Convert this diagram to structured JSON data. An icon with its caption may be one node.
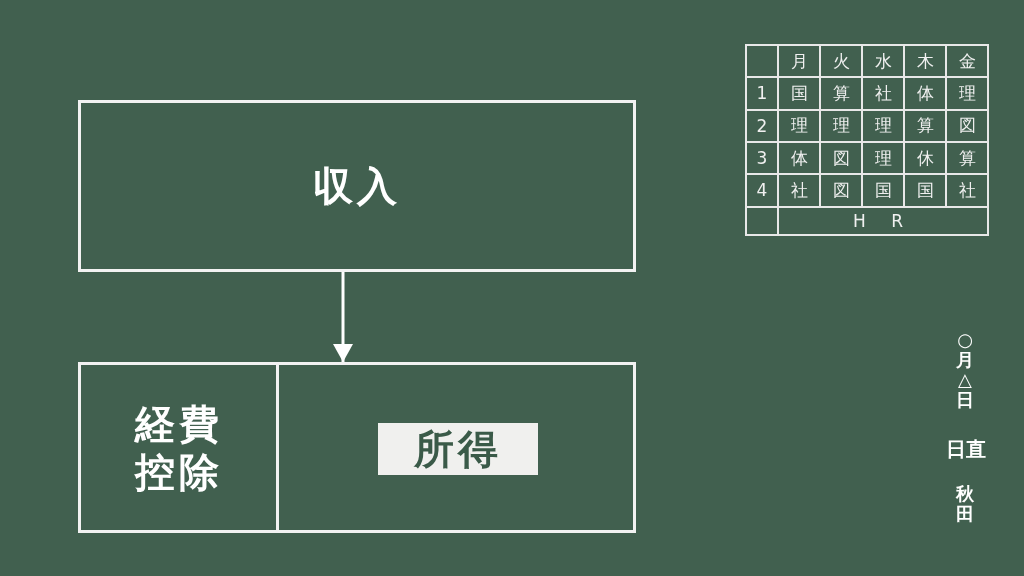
{
  "diagram": {
    "nodes": [
      {
        "text": [
          "収入"
        ]
      },
      {
        "text": [],
        "shape": "box"
      },
      {
        "text": [
          "経費控除"
        ],
        "in": 1
      },
      {
        "text": [
          "所得"
        ],
        "in": 1
      }
    ],
    "edges": [
      {
        "from": 0,
        "to": 1,
        "arrow": "to"
      }
    ],
    "labels": [
      "月",
      "火",
      "水",
      "木",
      "金",
      "1",
      "国",
      "算",
      "社",
      "体",
      "理",
      "2",
      "理",
      "理",
      "理",
      "算",
      "図",
      "3",
      "体",
      "図",
      "理",
      "休",
      "算",
      "4",
      "社",
      "図",
      "国",
      "国",
      "社",
      "H R",
      "○月△日",
      "日直",
      "秋田"
    ]
  }
}
